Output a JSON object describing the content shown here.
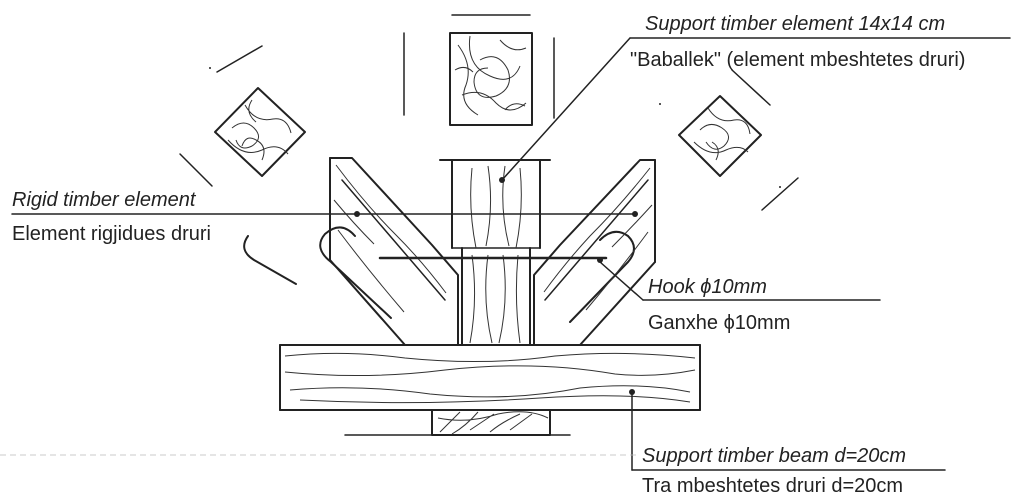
{
  "labels": {
    "support_element_en": "Support timber element 14x14 cm",
    "support_element_sq": "\"Baballek\" (element mbeshtetes druri)",
    "rigid_element_en": "Rigid timber element",
    "rigid_element_sq": "Element rigjidues druri",
    "hook_en": "Hook  ϕ10mm",
    "hook_sq": "Ganxhe ϕ10mm",
    "beam_en": "Support timber beam d=20cm",
    "beam_sq": "Tra mbeshtetes druri d=20cm"
  }
}
